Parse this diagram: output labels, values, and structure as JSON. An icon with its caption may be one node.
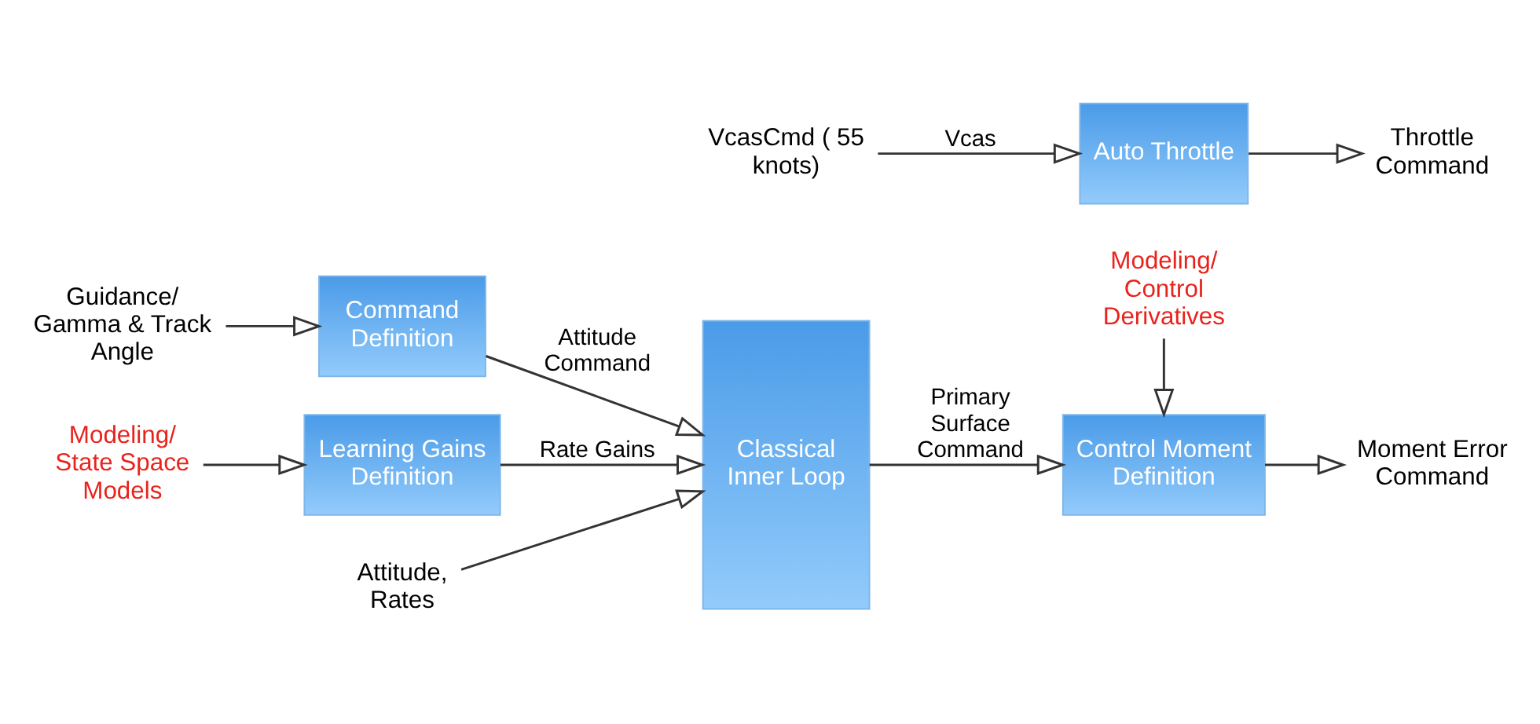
{
  "diagram": {
    "nodes": [
      {
        "text": [
          "Guidance/ Gamma & Track Angle"
        ]
      },
      {
        "text": [
          "Command Definition"
        ]
      },
      {
        "text": [
          "Modeling/ State Space Models"
        ]
      },
      {
        "text": [
          "Learning Gains Definition"
        ]
      },
      {
        "text": [
          "Attitude, Rates"
        ]
      },
      {
        "text": [
          "Classical Inner Loop"
        ]
      },
      {
        "text": [
          "Control Moment Definition"
        ]
      },
      {
        "text": [
          "Moment Error Command"
        ]
      },
      {
        "text": [
          "Modeling/ Control Derivatives"
        ]
      },
      {
        "text": [
          "VcasCmd ( 55 knots)"
        ]
      },
      {
        "text": [
          "Auto Throttle"
        ]
      },
      {
        "text": [
          "Throttle Command"
        ]
      }
    ],
    "edges": [
      {
        "from": 0,
        "to": 1,
        "arrow": "to"
      },
      {
        "from": 2,
        "to": 3,
        "arrow": "to"
      },
      {
        "from": 1,
        "to": 5,
        "arrow": "to",
        "label": "Attitude Command"
      },
      {
        "from": 3,
        "to": 5,
        "arrow": "to",
        "label": "Rate Gains"
      },
      {
        "from": 4,
        "to": 5,
        "arrow": "to"
      },
      {
        "from": 5,
        "to": 6,
        "arrow": "to",
        "label": "Primary Surface Command"
      },
      {
        "from": 6,
        "to": 7,
        "arrow": "to"
      },
      {
        "from": 8,
        "to": 6,
        "arrow": "to"
      },
      {
        "from": 9,
        "to": 10,
        "arrow": "to",
        "label": "Vcas"
      },
      {
        "from": 10,
        "to": 11,
        "arrow": "to"
      }
    ]
  }
}
